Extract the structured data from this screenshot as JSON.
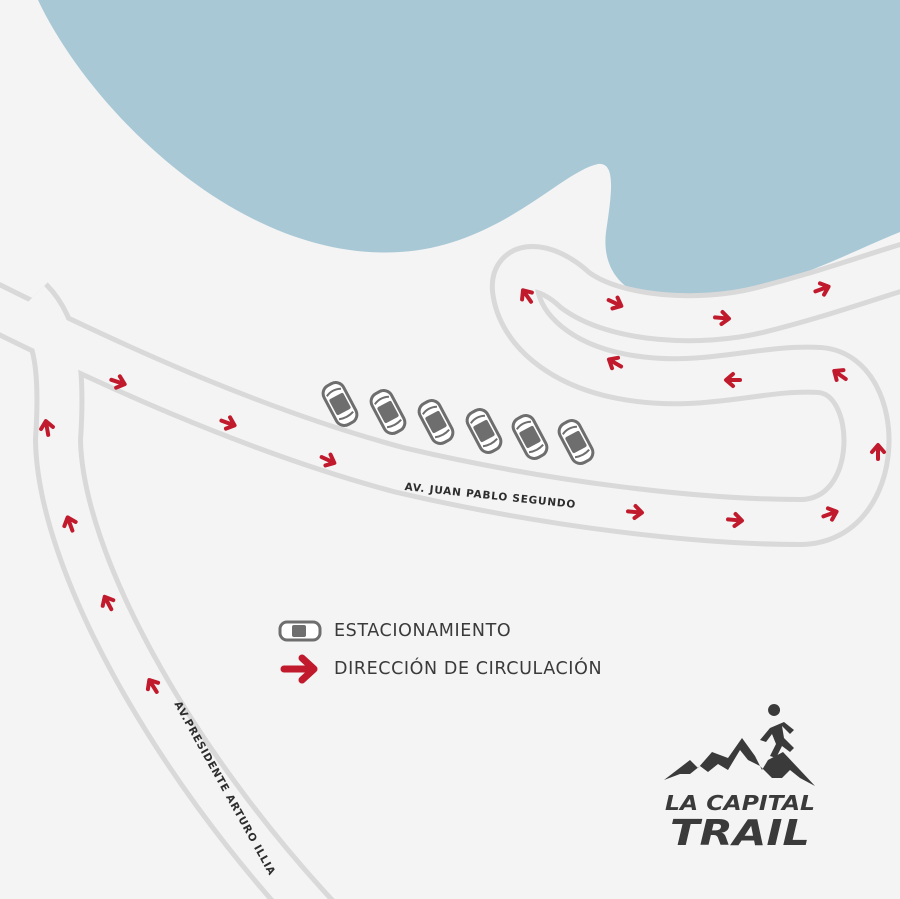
{
  "streets": {
    "main": "AV. JUAN PABLO SEGUNDO",
    "secondary": "AV.PRESIDENTE ARTURO ILLIA"
  },
  "legend": {
    "parking_label": "ESTACIONAMIENTO",
    "direction_label": "DIRECCIÓN DE CIRCULACIÓN",
    "parking_icon": "car-icon",
    "direction_icon": "arrow-right-icon"
  },
  "logo": {
    "line1": "LA CAPITAL",
    "line2": "TRAIL"
  },
  "parking_spots": 6,
  "colors": {
    "water": "#a8c8d6",
    "road_border": "#d9d9d9",
    "background": "#f4f4f4",
    "arrow": "#c01a2c",
    "car": "#6e6e6e",
    "text": "#3a3a3a"
  }
}
